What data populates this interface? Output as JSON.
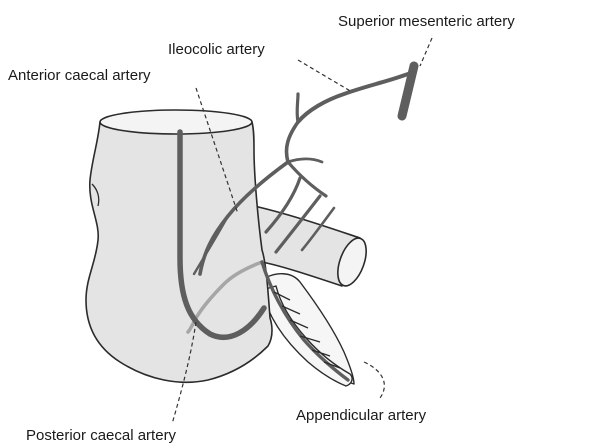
{
  "labels": {
    "superior_mesenteric": "Superior mesenteric artery",
    "ileocolic": "Ileocolic artery",
    "anterior_caecal": "Anterior caecal artery",
    "appendicular": "Appendicular artery",
    "posterior_caecal": "Posterior caecal artery"
  }
}
